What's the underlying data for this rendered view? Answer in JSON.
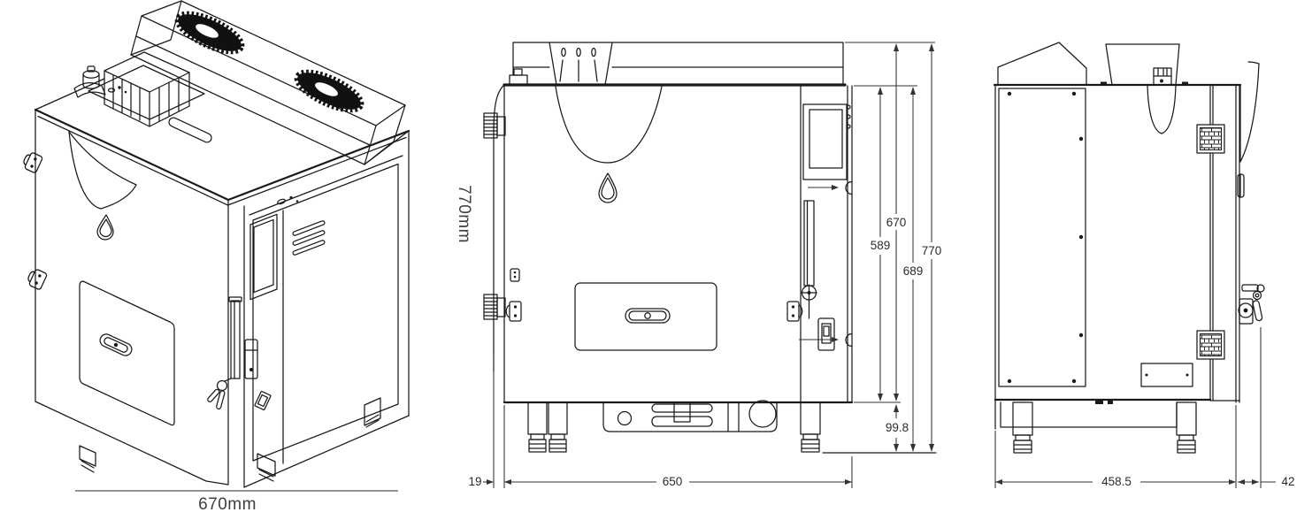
{
  "isometric_view": {
    "width_label": "670mm",
    "height_label": "770mm"
  },
  "front_view": {
    "dim_offset_left": "19",
    "dim_width": "650",
    "dim_body_height": "589",
    "dim_height_with_lid": "670",
    "dim_body_height_floor": "689",
    "dim_total_height": "770",
    "dim_feet_height": "99.8"
  },
  "side_view": {
    "dim_depth": "458.5",
    "dim_door_offset": "42"
  },
  "colors": {
    "background": "#ffffff",
    "line": "#1a1a1a",
    "dim_line": "#333333",
    "dim_text": "#2b2b2b",
    "label_text": "#3f3f3f"
  }
}
